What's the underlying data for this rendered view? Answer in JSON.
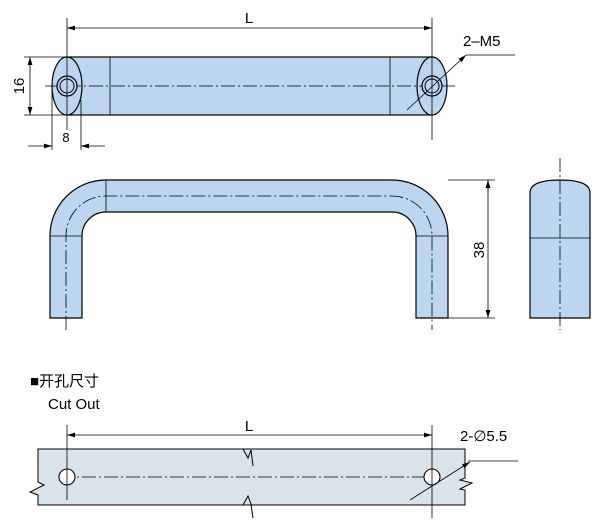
{
  "top_view": {
    "length_label": "L",
    "height_label": "16",
    "end_width_label": "8",
    "thread_label": "2–M5"
  },
  "side_view": {
    "height_label": "38"
  },
  "cutout": {
    "title_cn": "■开孔尺寸",
    "title_en": "Cut Out",
    "length_label": "L",
    "hole_label": "2-∅5.5"
  },
  "colors": {
    "handle_fill": "#bcd6ef",
    "panel_fill": "#d8e3ea"
  }
}
